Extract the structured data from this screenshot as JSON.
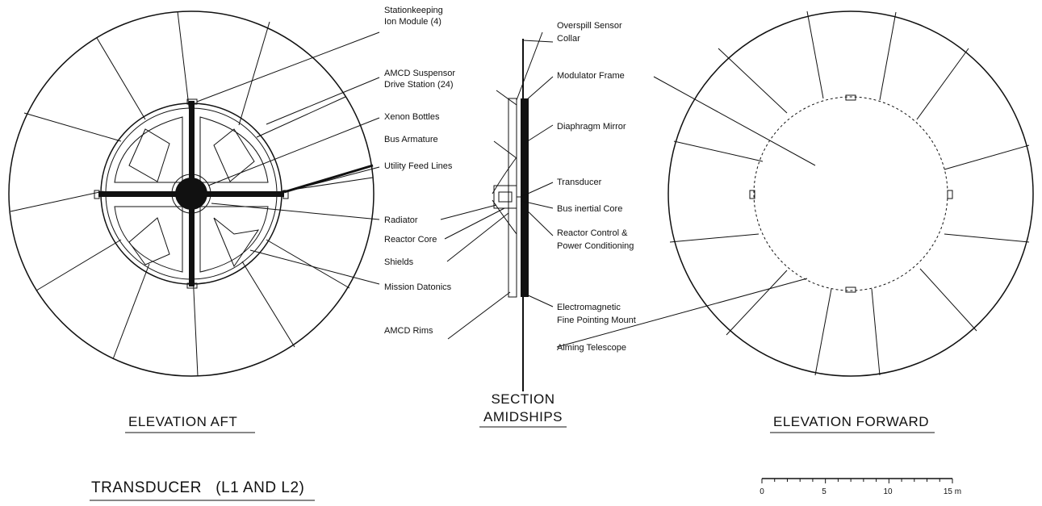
{
  "labels": {
    "stationkeeping_1": "Stationkeeping",
    "stationkeeping_2": "Ion Module (4)",
    "amcd_suspensor_1": "AMCD Suspensor",
    "amcd_suspensor_2": "Drive Station (24)",
    "xenon_bottles": "Xenon Bottles",
    "bus_armature": "Bus Armature",
    "utility_feed_lines": "Utility Feed Lines",
    "radiator": "Radiator",
    "reactor_core": "Reactor Core",
    "shields": "Shields",
    "mission_datonics": "Mission Datonics",
    "amcd_rims": "AMCD Rims",
    "overspill_1": "Overspill Sensor",
    "overspill_2": "Collar",
    "modulator_frame": "Modulator Frame",
    "diaphragm_mirror": "Diaphragm Mirror",
    "transducer": "Transducer",
    "bus_inertial_core": "Bus inertial Core",
    "reactor_control_1": "Reactor Control &",
    "reactor_control_2": "Power Conditioning",
    "electromagnetic_1": "Electromagnetic",
    "electromagnetic_2": "Fine Pointing Mount",
    "aiming_telescope": "Aiming Telescope"
  },
  "views": {
    "aft": "ELEVATION AFT",
    "section_1": "SECTION",
    "section_2": "AMIDSHIPS",
    "forward": "ELEVATION FORWARD"
  },
  "title": "TRANSDUCER   (L1 AND L2)",
  "scale": {
    "ticks": [
      "0",
      "5",
      "10",
      "15 m"
    ]
  }
}
